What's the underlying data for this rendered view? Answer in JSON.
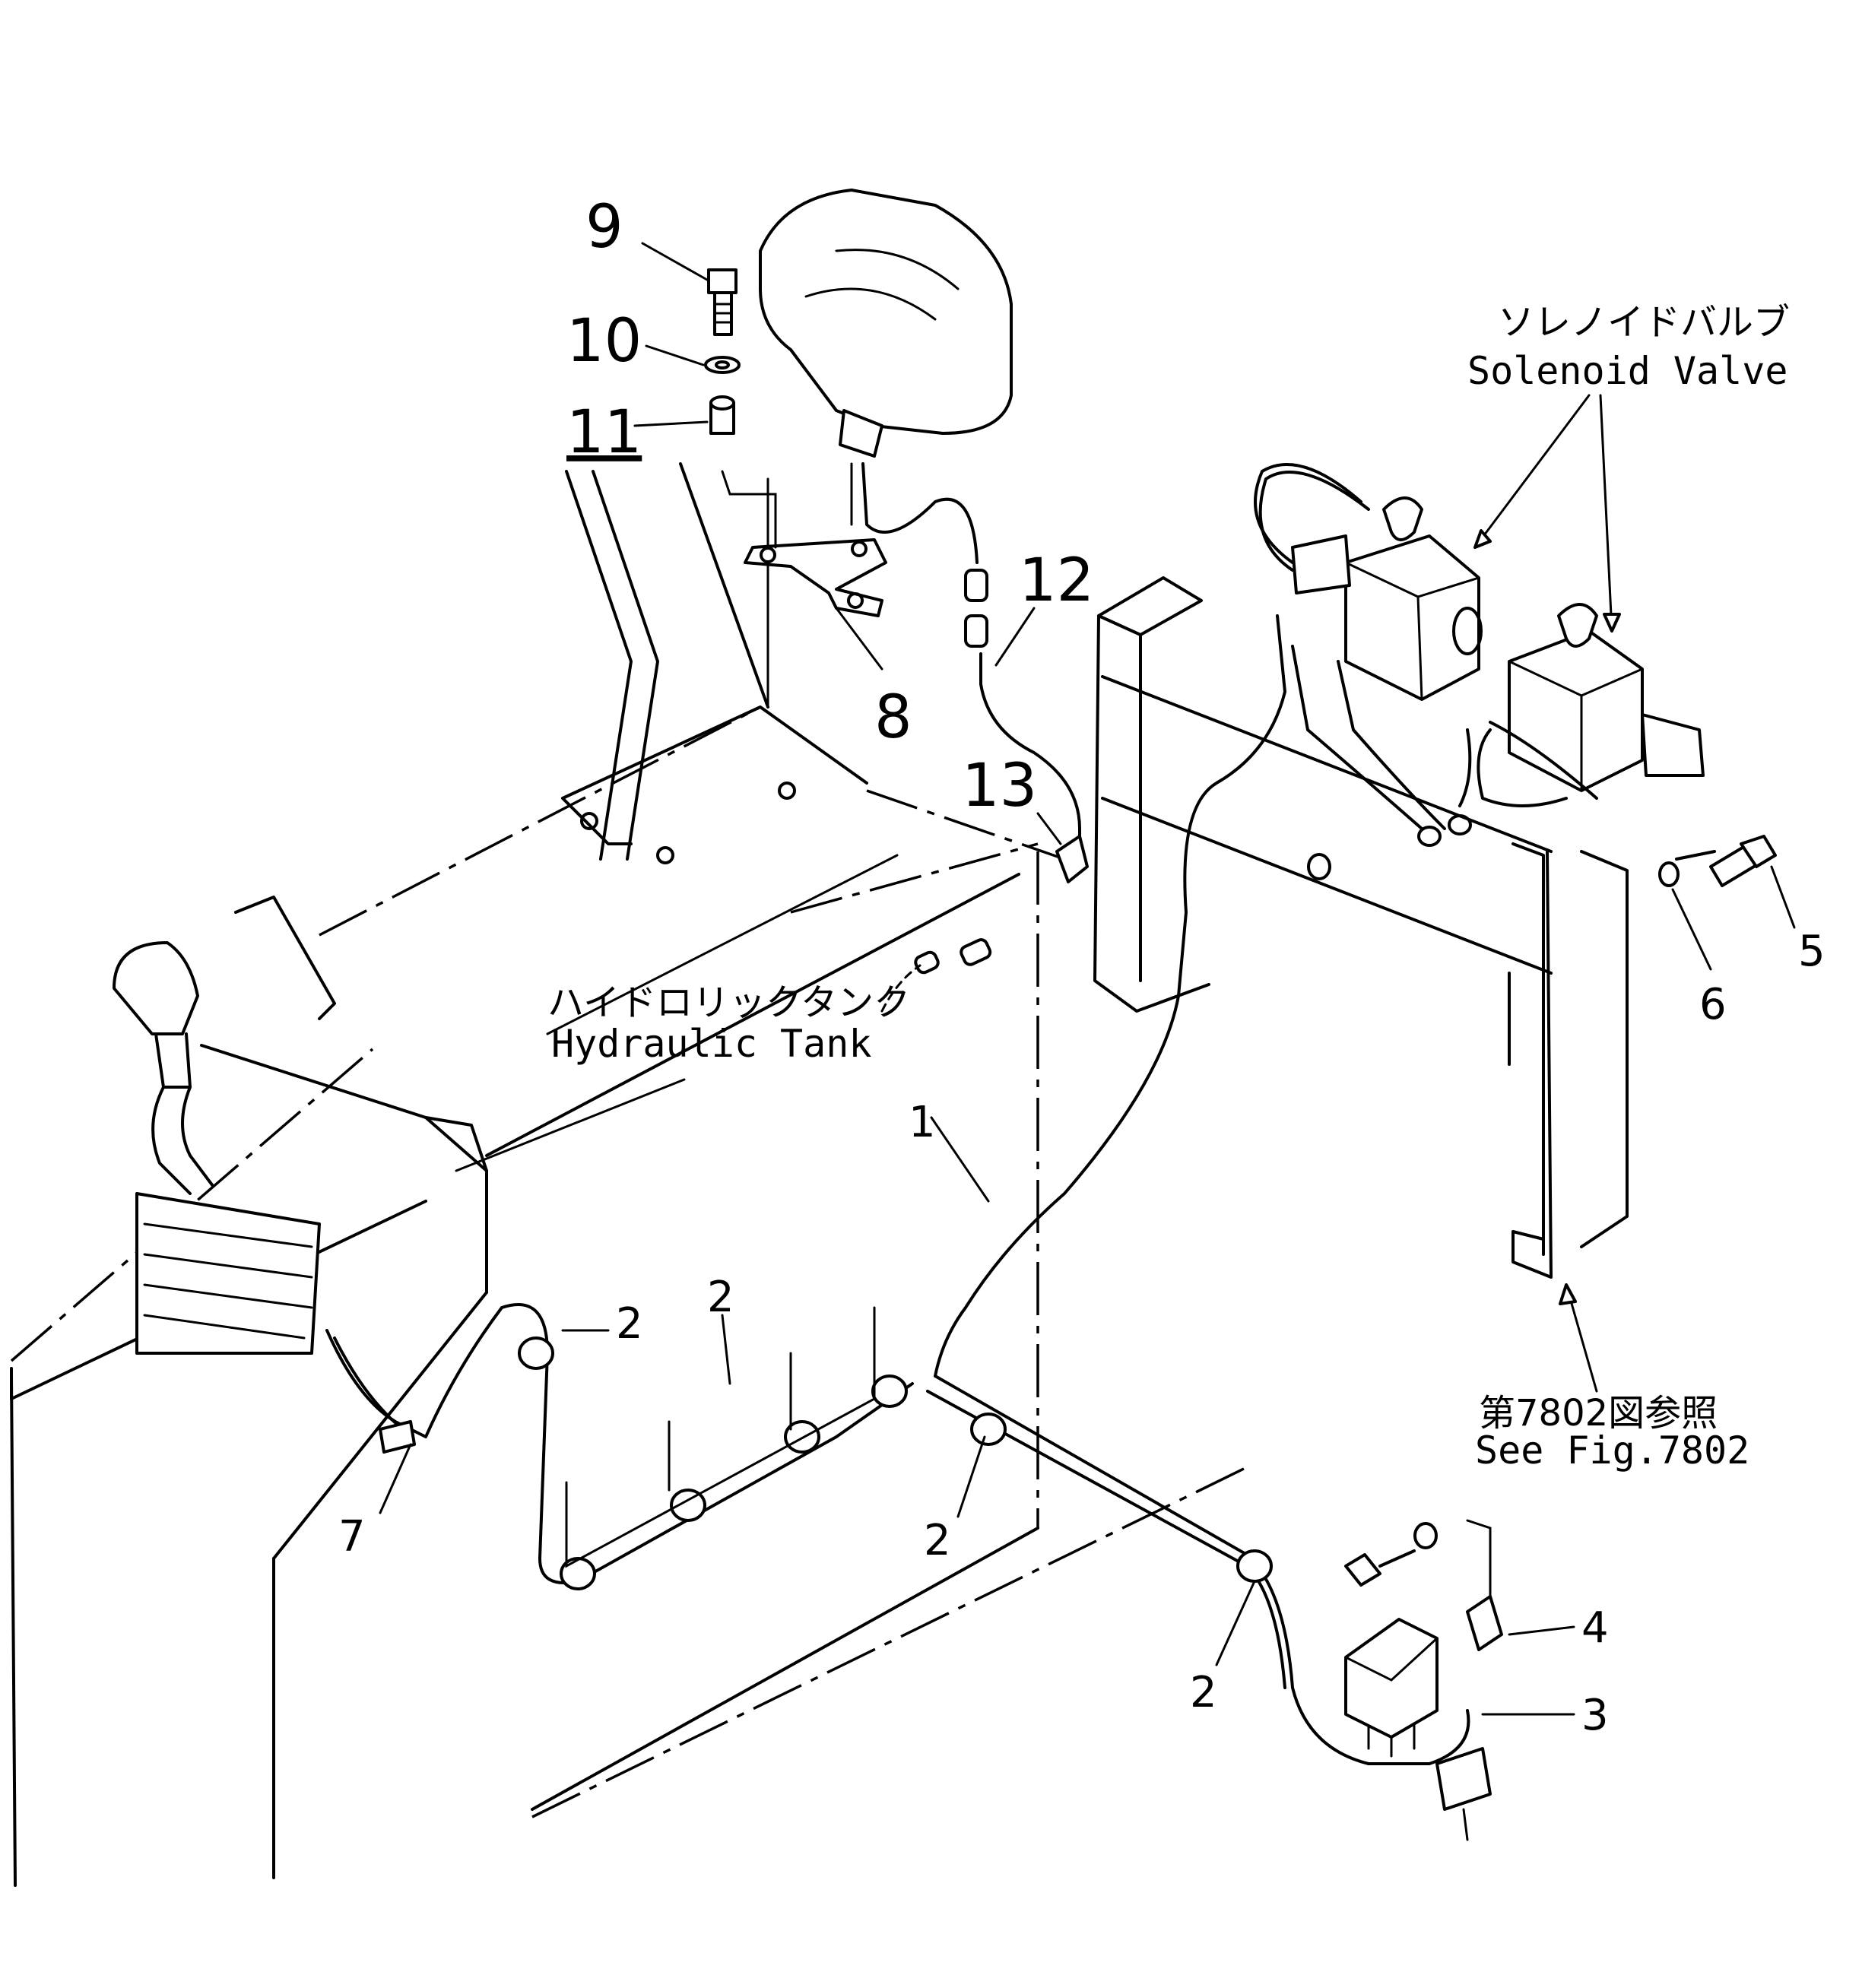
{
  "callouts": {
    "c1": "1",
    "c2": "2",
    "c3": "3",
    "c4": "4",
    "c5": "5",
    "c6": "6",
    "c7": "7",
    "c8": "8",
    "c9": "9",
    "c10": "10",
    "c11": "11",
    "c12": "12",
    "c13": "13"
  },
  "labels": {
    "solenoid_valve_jp": "ソレノイドバルブ",
    "solenoid_valve_en": "Solenoid Valve",
    "hydraulic_tank_jp": "ハイドロリックタンク",
    "hydraulic_tank_en": "Hydraulic Tank",
    "see_fig_jp": "第7802図参照",
    "see_fig_en": "See Fig.7802"
  }
}
